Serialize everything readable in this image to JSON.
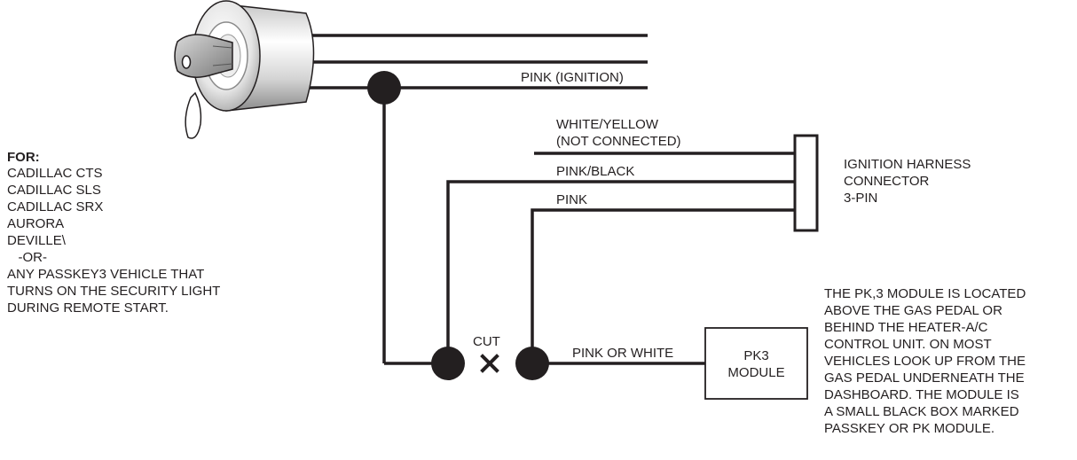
{
  "vehicle_list": {
    "heading": "FOR:",
    "lines": [
      "CADILLAC CTS",
      "CADILLAC SLS",
      "CADILLAC SRX",
      "AURORA",
      "DEVILLE\\",
      "   -OR-",
      "ANY PASSKEY3 VEHICLE THAT",
      "TURNS ON THE SECURITY LIGHT",
      "DURING REMOTE START."
    ]
  },
  "wires": {
    "pink_ignition": "PINK (IGNITION)",
    "white_yellow": "WHITE/YELLOW",
    "not_connected": "(NOT CONNECTED)",
    "pink_black": "PINK/BLACK",
    "pink": "PINK",
    "pink_or_white": "PINK OR WHITE"
  },
  "connector": {
    "lines": [
      "IGNITION HARNESS",
      "CONNECTOR",
      "3-PIN"
    ]
  },
  "cut_label": "CUT",
  "module": {
    "lines": [
      "PK3",
      "MODULE"
    ]
  },
  "module_note": {
    "lines": [
      "THE PK,3 MODULE IS LOCATED",
      "ABOVE THE GAS PEDAL OR",
      "BEHIND THE HEATER-A/C",
      "CONTROL UNIT. ON MOST",
      "VEHICLES LOOK UP FROM THE",
      "GAS PEDAL UNDERNEATH THE",
      "DASHBOARD. THE MODULE IS",
      "A SMALL BLACK BOX MARKED",
      "PASSKEY OR PK MODULE."
    ]
  },
  "colors": {
    "ink": "#231f20",
    "background": "#ffffff"
  },
  "icons": [
    "ignition-key-icon",
    "ignition-switch-icon",
    "cut-x-icon"
  ]
}
